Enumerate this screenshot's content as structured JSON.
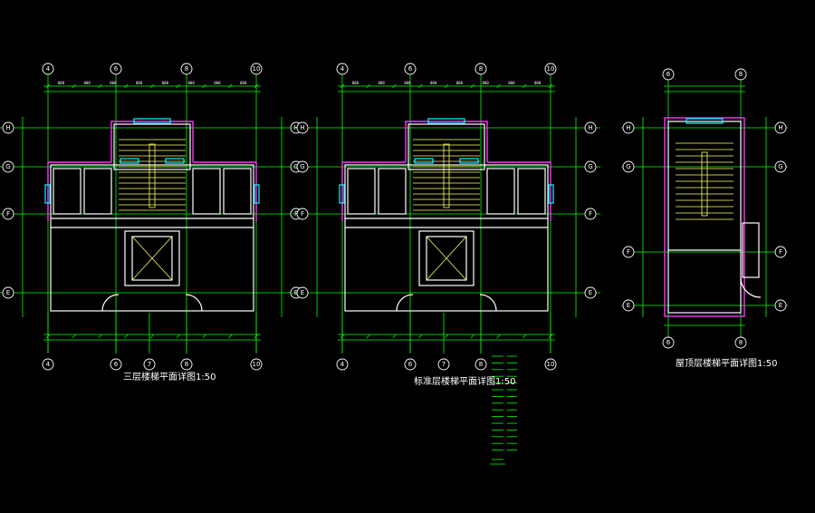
{
  "drawings": [
    {
      "id": "plan-third-floor",
      "title": "三层楼梯平面详图1:50",
      "top_axes": [
        "4",
        "6",
        "8",
        "10"
      ],
      "bottom_axes": [
        "4",
        "6",
        "7",
        "8",
        "10"
      ],
      "side_axes": [
        "H",
        "G",
        "F",
        "E"
      ]
    },
    {
      "id": "plan-standard-floor",
      "title": "标准层楼梯平面详图1:50",
      "top_axes": [
        "4",
        "6",
        "8",
        "10"
      ],
      "bottom_axes": [
        "4",
        "6",
        "7",
        "8",
        "10"
      ],
      "side_axes": [
        "H",
        "G",
        "F",
        "E"
      ]
    },
    {
      "id": "plan-roof-level",
      "title": "屋顶层楼梯平面详图1:50",
      "top_axes": [
        "6",
        "8"
      ],
      "bottom_axes": [
        "6",
        "8"
      ],
      "side_axes": [
        "H",
        "G",
        "F",
        "E"
      ]
    }
  ],
  "colors": {
    "background": "#000000",
    "grid": "#00ff00",
    "wall": "#ffffff",
    "outline": "#ff33ff",
    "window": "#00ffff",
    "stair": "#ffff66"
  }
}
